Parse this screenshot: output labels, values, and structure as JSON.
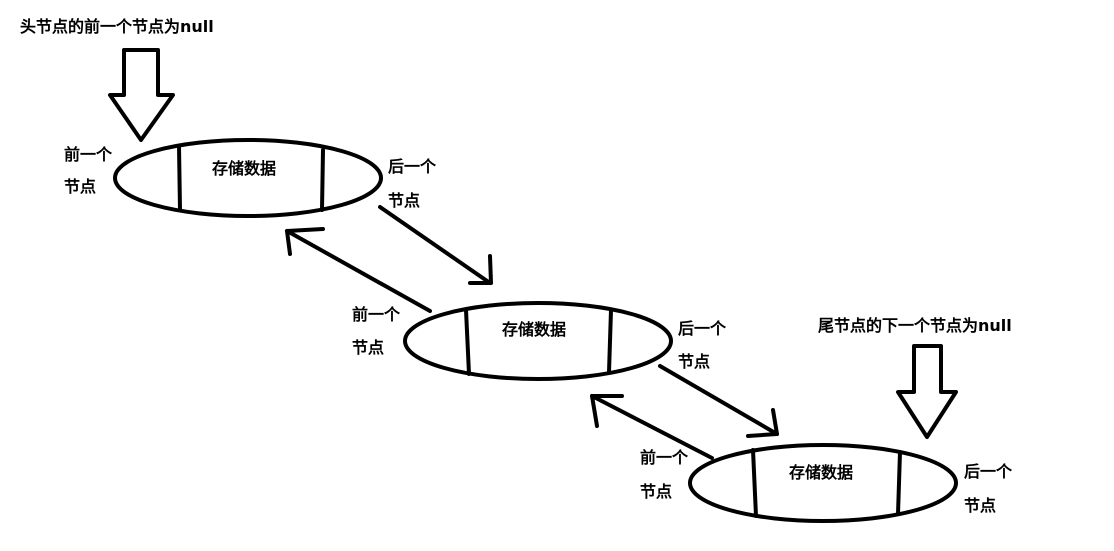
{
  "annotations": {
    "head_note": "头节点的前一个节点为null",
    "tail_note": "尾节点的下一个节点为null"
  },
  "nodes": [
    {
      "prev_line1": "前一个",
      "prev_line2": "节点",
      "data": "存储数据",
      "next_line1": "后一个",
      "next_line2": "节点"
    },
    {
      "prev_line1": "前一个",
      "prev_line2": "节点",
      "data": "存储数据",
      "next_line1": "后一个",
      "next_line2": "节点"
    },
    {
      "prev_line1": "前一个",
      "prev_line2": "节点",
      "data": "存储数据",
      "next_line1": "后一个",
      "next_line2": "节点"
    }
  ]
}
